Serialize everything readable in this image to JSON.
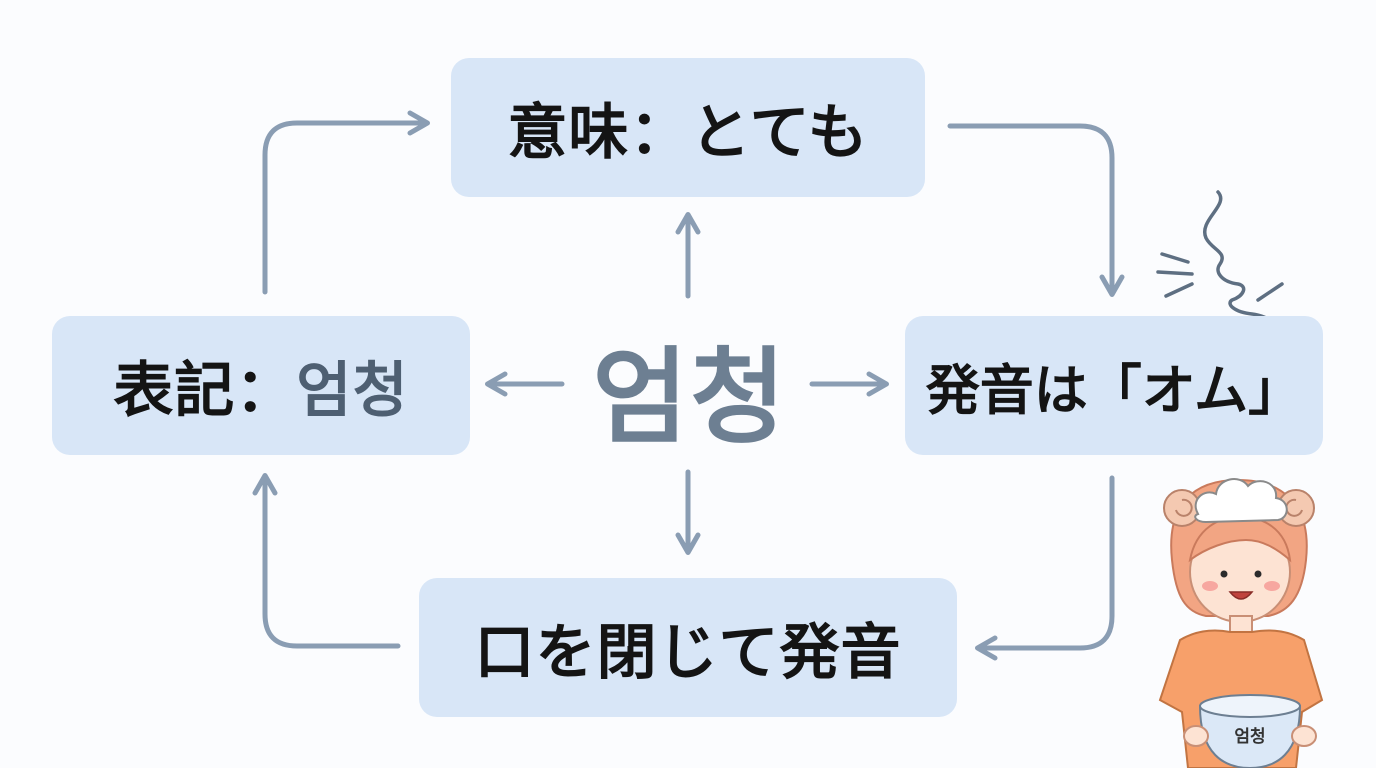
{
  "center_word": "엄청",
  "nodes": {
    "meaning": {
      "label": "意味：",
      "value": "とても"
    },
    "notation": {
      "label": "表記：",
      "value": "엄청"
    },
    "pronunciation": {
      "text": "発音は「オム」"
    },
    "mouth": {
      "text": "口を閉じて発音"
    }
  },
  "character": {
    "bowl_label": "엄청"
  },
  "colors": {
    "box_fill": "#d8e6f7",
    "arrow": "#8a9db3",
    "center_text": "#6d7f92",
    "hair": "#f2a583",
    "shirt": "#f7a06a"
  }
}
